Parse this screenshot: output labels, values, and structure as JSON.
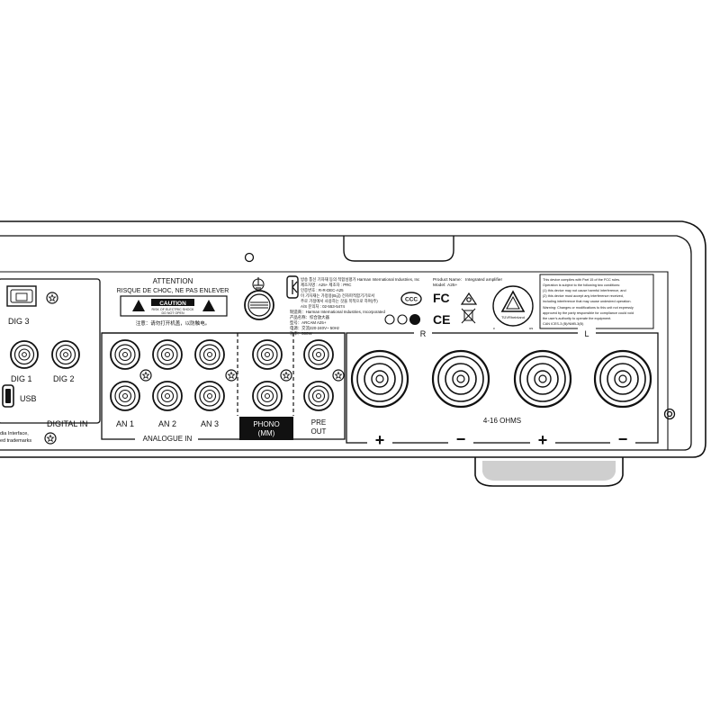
{
  "digital": {
    "dig3": "DIG 3",
    "dig1": "DIG 1",
    "dig2": "DIG 2",
    "usb": "USB",
    "section": "DIGITAL IN",
    "footnote": [
      "dia Interface,",
      "ed trademarks"
    ]
  },
  "warning": {
    "heading": "ATTENTION",
    "subheading": "RISQUE DE CHOC, NE PAS ENLEVER",
    "caution": "CAUTION",
    "caution_sub": [
      "RISK OF ELECTRIC SHOCK",
      "DO NOT OPEN"
    ],
    "chinese": "注意：请勿打开机盖，以防触电。"
  },
  "korean": [
    "방송 통신 기자재 등의 적합성평가 Harman International Industries, Inc",
    "제조자명 : A25+         제조자 : PRC",
    "인증번호 : R-R-DEC-A25",
    "이 기자재는 가정용(B급) 전자파적합기기로서",
    "주로 가정에서 사용하는 것을 목적으로 하며(주)",
    "A/S 문의처 : 02-553-5474",
    "制造商：Harman International Industries, Incorporated",
    "产品名称：综合放大器",
    "型号：ARCAM A25+",
    "电源：交流220-240V~ 50Hz",
    "功率：500W"
  ],
  "product": {
    "name_label": "Product Name:",
    "name_value": "Integrated amplifier",
    "model_label": "Model:",
    "model_value": "A25+"
  },
  "certs": {
    "ccc": "CCC",
    "fc": "FC",
    "ce": "CE",
    "tuv": "TÜVRheinland",
    "c_mark": "c",
    "us_mark": "us"
  },
  "fcc": [
    "This device complies with Part 15 of the FCC rules.",
    "Operation is subject to the following two conditions:",
    "(1) this device may not cause harmful interference, and",
    "(2) this device must accept any interference received,",
    "including interference that may cause undesired operation.",
    "Warning: Changes or modifications to this unit not expressly",
    "approved by the party responsible for compliance could void",
    "the user's authority to operate the equipment.",
    "CAN ICES-3 (B)/NMB-3(B)"
  ],
  "analogue": {
    "an1": "AN 1",
    "an2": "AN 2",
    "an3": "AN 3",
    "phono_line1": "PHONO",
    "phono_line2": "(MM)",
    "pre_line1": "PRE",
    "pre_line2": "OUT",
    "section": "ANALOGUE IN"
  },
  "speakers": {
    "r": "R",
    "l": "L",
    "ohms": "4-16 OHMS",
    "polarity": [
      "+",
      "−",
      "+",
      "−"
    ]
  }
}
